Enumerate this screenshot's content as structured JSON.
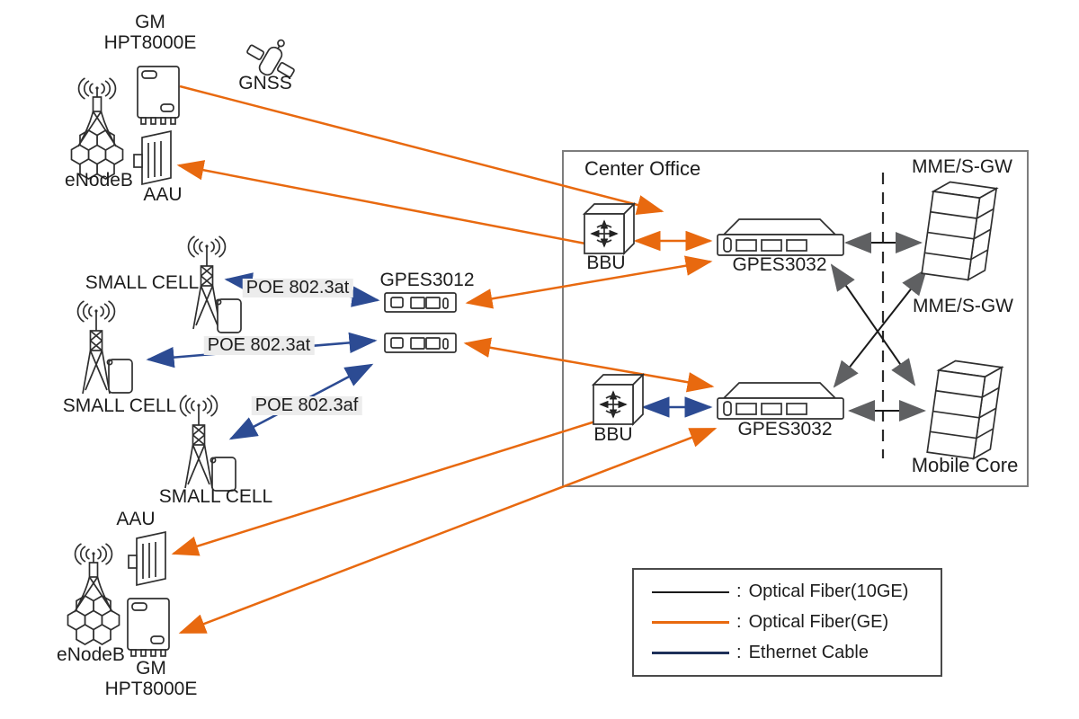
{
  "colors": {
    "optical_fiber_10ge": "#1a1a1a",
    "optical_fiber_ge": "#e8690f",
    "ethernet_cable": "#1e3059",
    "arrow_gray": "#5f6062"
  },
  "nodes": {
    "gm_top": {
      "line1": "GM",
      "line2": "HPT8000E"
    },
    "gnss": {
      "label": "GNSS"
    },
    "enodeb_top": {
      "label": "eNodeB"
    },
    "aau_top": {
      "label": "AAU"
    },
    "small_cell_1": {
      "label": "SMALL CELL"
    },
    "small_cell_2": {
      "label": "SMALL CELL"
    },
    "small_cell_3": {
      "label": "SMALL CELL"
    },
    "gpes3012": {
      "label": "GPES3012"
    },
    "center_office": {
      "label": "Center Office"
    },
    "bbu_top": {
      "label": "BBU"
    },
    "bbu_bottom": {
      "label": "BBU"
    },
    "gpes3032_top": {
      "label": "GPES3032"
    },
    "gpes3032_bottom": {
      "label": "GPES3032"
    },
    "mme_sgw_top": {
      "label": "MME/S-GW"
    },
    "mme_sgw_mid": {
      "label": "MME/S-GW"
    },
    "mobile_core": {
      "label": "Mobile Core"
    },
    "aau_bottom": {
      "label": "AAU"
    },
    "enodeb_bottom": {
      "label": "eNodeB"
    },
    "gm_bottom": {
      "line1": "GM",
      "line2": "HPT8000E"
    }
  },
  "edge_labels": {
    "poe_at_1": "POE 802.3at",
    "poe_at_2": "POE 802.3at",
    "poe_af": "POE 802.3af"
  },
  "legend": {
    "separator": ":",
    "items": [
      {
        "label": "Optical Fiber(10GE)",
        "color": "#1a1a1a"
      },
      {
        "label": "Optical Fiber(GE)",
        "color": "#e8690f"
      },
      {
        "label": "Ethernet Cable",
        "color": "#1e3059"
      }
    ]
  },
  "connections": [
    {
      "from": "GM HPT8000E (top)",
      "to": "GPES3032 (top)",
      "type": "Optical Fiber(GE)",
      "direction": "one-way"
    },
    {
      "from": "BBU (top)",
      "to": "AAU (top)",
      "type": "Optical Fiber(GE)",
      "direction": "one-way"
    },
    {
      "from": "BBU (top)",
      "to": "GPES3032 (top)",
      "type": "Optical Fiber(GE)",
      "direction": "two-way"
    },
    {
      "from": "GPES3012 unit 1",
      "to": "GPES3032 (top)",
      "type": "Optical Fiber(GE)",
      "direction": "two-way"
    },
    {
      "from": "GPES3012 unit 2",
      "to": "GPES3032 (bottom)",
      "type": "Optical Fiber(GE)",
      "direction": "two-way"
    },
    {
      "from": "BBU (bottom)",
      "to": "AAU (bottom)",
      "type": "Optical Fiber(GE)",
      "direction": "one-way"
    },
    {
      "from": "GM HPT8000E (bottom)",
      "to": "GPES3032 (bottom)",
      "type": "Optical Fiber(GE)",
      "direction": "two-way"
    },
    {
      "from": "GPES3012 unit 1",
      "to": "SMALL CELL 1",
      "type": "Ethernet Cable",
      "label": "POE 802.3at",
      "direction": "two-way"
    },
    {
      "from": "GPES3012 unit 2",
      "to": "SMALL CELL 2",
      "type": "Ethernet Cable",
      "label": "POE 802.3at",
      "direction": "two-way"
    },
    {
      "from": "GPES3012 unit 2",
      "to": "SMALL CELL 3",
      "type": "Ethernet Cable",
      "label": "POE 802.3af",
      "direction": "two-way"
    },
    {
      "from": "BBU (bottom)",
      "to": "GPES3032 (bottom)",
      "type": "Ethernet Cable",
      "direction": "two-way"
    },
    {
      "from": "GPES3032 (top)",
      "to": "MME/S-GW (top)",
      "type": "Optical Fiber(10GE)",
      "direction": "two-way"
    },
    {
      "from": "GPES3032 (bottom)",
      "to": "Mobile Core",
      "type": "Optical Fiber(10GE)",
      "direction": "two-way"
    },
    {
      "from": "GPES3032 (top)",
      "to": "Mobile Core",
      "type": "Optical Fiber(10GE)",
      "direction": "two-way"
    },
    {
      "from": "GPES3032 (bottom)",
      "to": "MME/S-GW (top)",
      "type": "Optical Fiber(10GE)",
      "direction": "two-way"
    }
  ]
}
